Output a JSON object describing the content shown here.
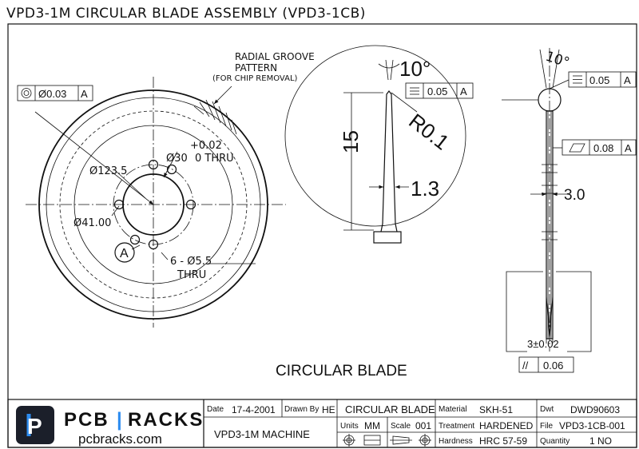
{
  "title": "VPD3-1M CIRCULAR BLADE ASSEMBLY (VPD3-1CB)",
  "front_view": {
    "groove_note": [
      "RADIAL GROOVE",
      "PATTERN",
      "(FOR CHIP REMOVAL)"
    ],
    "concentricity_symbol": "◎",
    "concentricity_tolerance": "Ø0.03",
    "concentricity_datum": "A",
    "outer_diameter": "Ø123.5",
    "bore_diameter": "Ø30",
    "bore_tol_upper": "+0.02",
    "bore_tol_lower": "0 THRU",
    "bolt_circle": "Ø41.00",
    "holes_note": "6 - Ø5.5",
    "holes_thru": "THRU",
    "datum_label": "A",
    "caption": "CIRCULAR BLADE"
  },
  "detail_view": {
    "angle": "10°",
    "flatness_symbol": "⌯",
    "flatness_tolerance": "0.05",
    "flatness_datum": "A",
    "radius": "R0.1",
    "height": "15",
    "thickness": "1.3"
  },
  "side_view": {
    "angle": "10°",
    "flatness_tolerance": "0.05",
    "flatness_datum": "A",
    "flat_symbol": "▱",
    "flat_tolerance": "0.08",
    "flat_datum": "A",
    "thickness": "3.0",
    "thickness2": "3±0.02",
    "parallel_symbol": "//",
    "parallel_tolerance": "0.06"
  },
  "title_block": {
    "logo_letter": "P",
    "brand_left": "PCB",
    "brand_sep": "|",
    "brand_right": "RACKS",
    "website": "pcbracks.com",
    "date_label": "Date",
    "date_value": "17-4-2001",
    "drawn_label": "Drawn By",
    "drawn_value": "HE",
    "part_name": "CIRCULAR BLADE",
    "machine": "VPD3-1M MACHINE",
    "units_label": "Units",
    "units_value": "MM",
    "scale_label": "Scale",
    "scale_value": "001",
    "material_label": "Material",
    "material_value": "SKH-51",
    "treatment_label": "Treatment",
    "treatment_value": "HARDENED",
    "hardness_label": "Hardness",
    "hardness_value": "HRC 57-59",
    "dwt_label": "Dwt",
    "dwt_value": "DWD90603",
    "file_label": "File",
    "file_value": "VPD3-1CB-001",
    "quantity_label": "Quantity",
    "quantity_value": "1 NO"
  }
}
